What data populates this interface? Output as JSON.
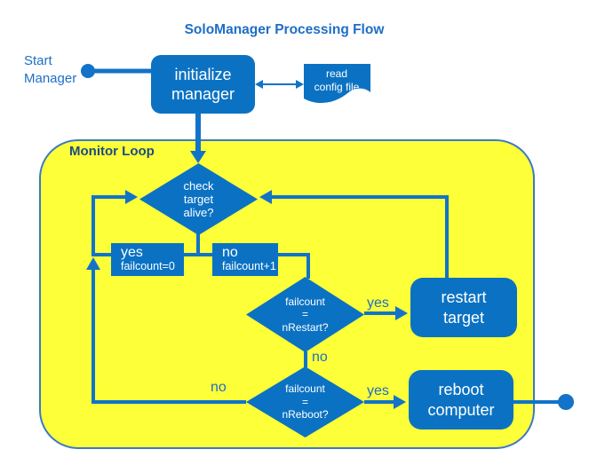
{
  "title": "SoloManager Processing Flow",
  "start": {
    "label": "Start Manager"
  },
  "monitor_loop": {
    "label": "Monitor Loop"
  },
  "nodes": {
    "initialize": {
      "label": "initialize manager"
    },
    "read_config": {
      "label": "read config file"
    },
    "check_alive": {
      "label": "check target alive?"
    },
    "yes_branch": {
      "head": "yes",
      "detail": "failcount=0"
    },
    "no_branch": {
      "head": "no",
      "detail": "failcount+1"
    },
    "restart_check": {
      "line1": "failcount",
      "line2": "=",
      "line3": "nRestart?"
    },
    "restart_target": {
      "label": "restart target"
    },
    "reboot_check": {
      "line1": "failcount",
      "line2": "=",
      "line3": "nReboot?"
    },
    "reboot_computer": {
      "label": "reboot computer"
    }
  },
  "edge_labels": {
    "restart_yes": "yes",
    "restart_no": "no",
    "reboot_yes": "yes",
    "reboot_no": "no"
  },
  "colors": {
    "shape_blue": "#0b72c3",
    "line_blue": "#1273c8",
    "loop_yellow": "#fdff38",
    "loop_border_blue": "#3c78c6",
    "title_blue": "#1e6ec6",
    "loop_label_blue": "#1d4b80",
    "text_white": "#ffffff"
  }
}
